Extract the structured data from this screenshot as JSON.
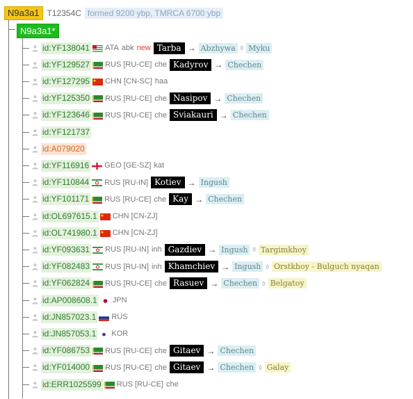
{
  "root": {
    "label": "N9a3a1",
    "snp": "T12354C",
    "age": "formed 9200 ybp, TMRCA 6700 ybp"
  },
  "child": {
    "label": "N9a3a1*"
  },
  "colors": {
    "root": "#f5c518",
    "child": "#1dbb1d",
    "sample_bg": "#e3f1dd",
    "sample_orange_bg": "#fbe3d2",
    "surname_bg": "#000000",
    "ethnic_bg": "#dbeef2",
    "tribe_bg": "#f5f5c8"
  },
  "icons": {
    "person": "person-icon"
  },
  "samples": [
    {
      "id": "id:YF138041",
      "flag": "ata",
      "country": "ATA",
      "lang": "abk",
      "new": "new",
      "surname": "Tarba",
      "ethnic": "Abzhywa",
      "tribe": "Myku",
      "tribe_style": "eth"
    },
    {
      "id": "id:YF129527",
      "flag": "che",
      "country": "RUS [RU-CE]",
      "lang": "che",
      "surname": "Kadyrov",
      "ethnic": "Chechen"
    },
    {
      "id": "id:YF127295",
      "flag": "chn",
      "country": "CHN [CN-SC]",
      "lang": "haa"
    },
    {
      "id": "id:YF125350",
      "flag": "che",
      "country": "RUS [RU-CE]",
      "lang": "che",
      "surname": "Nasipov",
      "ethnic": "Chechen"
    },
    {
      "id": "id:YF123646",
      "flag": "che",
      "country": "RUS [RU-CE]",
      "lang": "che",
      "surname": "Sviakauri",
      "ethnic": "Chechen"
    },
    {
      "id": "id:YF121737"
    },
    {
      "id": "id:A079020",
      "orange": true
    },
    {
      "id": "id:YF116916",
      "flag": "geo",
      "country": "GEO [GE-SZ]",
      "lang": "kat"
    },
    {
      "id": "id:YF110844",
      "flag": "ing",
      "country": "RUS [RU-IN]",
      "surname": "Kotiev",
      "ethnic": "Ingush"
    },
    {
      "id": "id:YF101171",
      "flag": "che",
      "country": "RUS [RU-CE]",
      "lang": "che",
      "surname": "Kay",
      "ethnic": "Chechen"
    },
    {
      "id": "id:OL697615.1",
      "flag": "chn",
      "country": "CHN [CN-ZJ]"
    },
    {
      "id": "id:OL741980.1",
      "flag": "chn",
      "country": "CHN [CN-ZJ]"
    },
    {
      "id": "id:YF093631",
      "flag": "ing",
      "country": "RUS [RU-IN]",
      "lang": "inh",
      "surname": "Gazdiev",
      "ethnic": "Ingush",
      "tribe": "Targimkhoy"
    },
    {
      "id": "id:YF082483",
      "flag": "ing",
      "country": "RUS [RU-IN]",
      "lang": "inh",
      "surname": "Khamchiev",
      "ethnic": "Ingush",
      "tribe": "Orstkhoy - Bulguch nyaqan"
    },
    {
      "id": "id:YF062824",
      "flag": "che",
      "country": "RUS [RU-CE]",
      "lang": "che",
      "surname": "Rasuev",
      "ethnic": "Chechen",
      "tribe": "Belgatoy"
    },
    {
      "id": "id:AP008608.1",
      "flag": "jpn",
      "country": "JPN"
    },
    {
      "id": "id:JN857023.1",
      "flag": "rus",
      "country": "RUS"
    },
    {
      "id": "id:JN857053.1",
      "flag": "kor",
      "country": "KOR"
    },
    {
      "id": "id:YF086753",
      "flag": "che",
      "country": "RUS [RU-CE]",
      "lang": "che",
      "surname": "Gitaev",
      "ethnic": "Chechen"
    },
    {
      "id": "id:YF014000",
      "flag": "che",
      "country": "RUS [RU-CE]",
      "lang": "che",
      "surname": "Gitaev",
      "ethnic": "Chechen",
      "tribe": "Galay"
    },
    {
      "id": "id:ERR1025599",
      "flag": "che",
      "country": "RUS [RU-CE]",
      "lang": "che"
    }
  ]
}
